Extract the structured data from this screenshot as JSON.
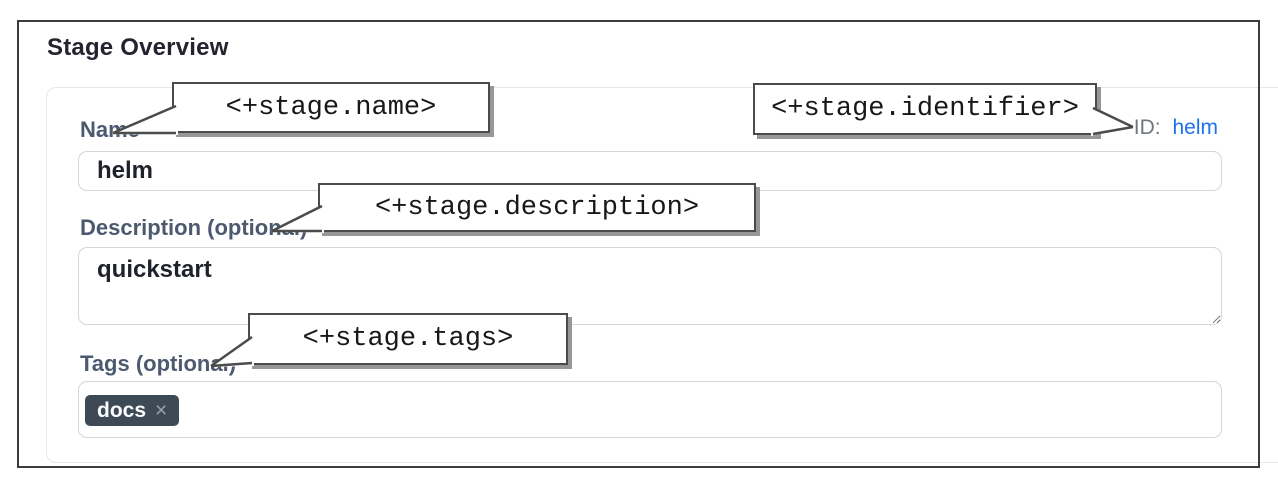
{
  "title": "Stage Overview",
  "form": {
    "name": {
      "label": "Name",
      "value": "helm",
      "annotation": "<+stage.name>"
    },
    "identifier": {
      "label": "ID:",
      "value": "helm",
      "annotation": "<+stage.identifier>"
    },
    "description": {
      "label": "Description (optional)",
      "value": "quickstart",
      "annotation": "<+stage.description>"
    },
    "tags": {
      "label": "Tags (optional)",
      "annotation": "<+stage.tags>",
      "chips": [
        {
          "label": "docs",
          "remove_icon": "×"
        }
      ]
    }
  },
  "colors": {
    "frame_border": "#3c3c3c",
    "label_text": "#4c5a70",
    "id_link": "#1a73e8",
    "input_text": "#1f222b",
    "chip_bg": "#3d4a56",
    "chip_text": "#fafbfc",
    "callout_border": "#4b4b4b",
    "callout_shadow": "#979797"
  }
}
